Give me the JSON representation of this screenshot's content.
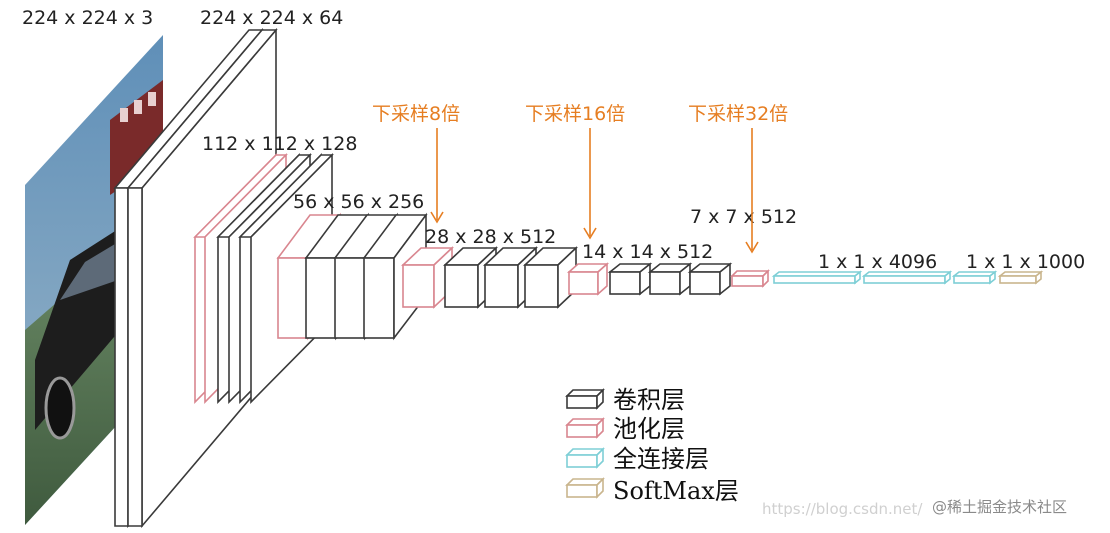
{
  "diagram": {
    "colors": {
      "conv": "#3a3a3a",
      "pool": "#d9868f",
      "fc": "#7ecfd6",
      "softmax": "#c9b58d",
      "annotation": "#e67e22",
      "text": "#222222"
    },
    "dims": {
      "input": "224 x 224 x 3",
      "block1": "224 x 224 x 64",
      "block2": "112 x 112 x 128",
      "block3": "56 x 56 x 256",
      "block4": "28 x 28 x 512",
      "block5": "14 x 14 x 512",
      "pool5": "7 x 7 x 512",
      "fc": "1 x 1 x 4096",
      "softmax": "1 x 1 x 1000"
    },
    "annotations": {
      "down8": "下采样8倍",
      "down16": "下采样16倍",
      "down32": "下采样32倍"
    },
    "legend": {
      "conv": "卷积层",
      "pool": "池化层",
      "fc": "全连接层",
      "softmax": "SoftMax层"
    },
    "watermark": {
      "url": "https://blog.csdn.net/",
      "community": "@稀土掘金技术社区"
    },
    "input_image_icon": "car-photo-icon"
  }
}
